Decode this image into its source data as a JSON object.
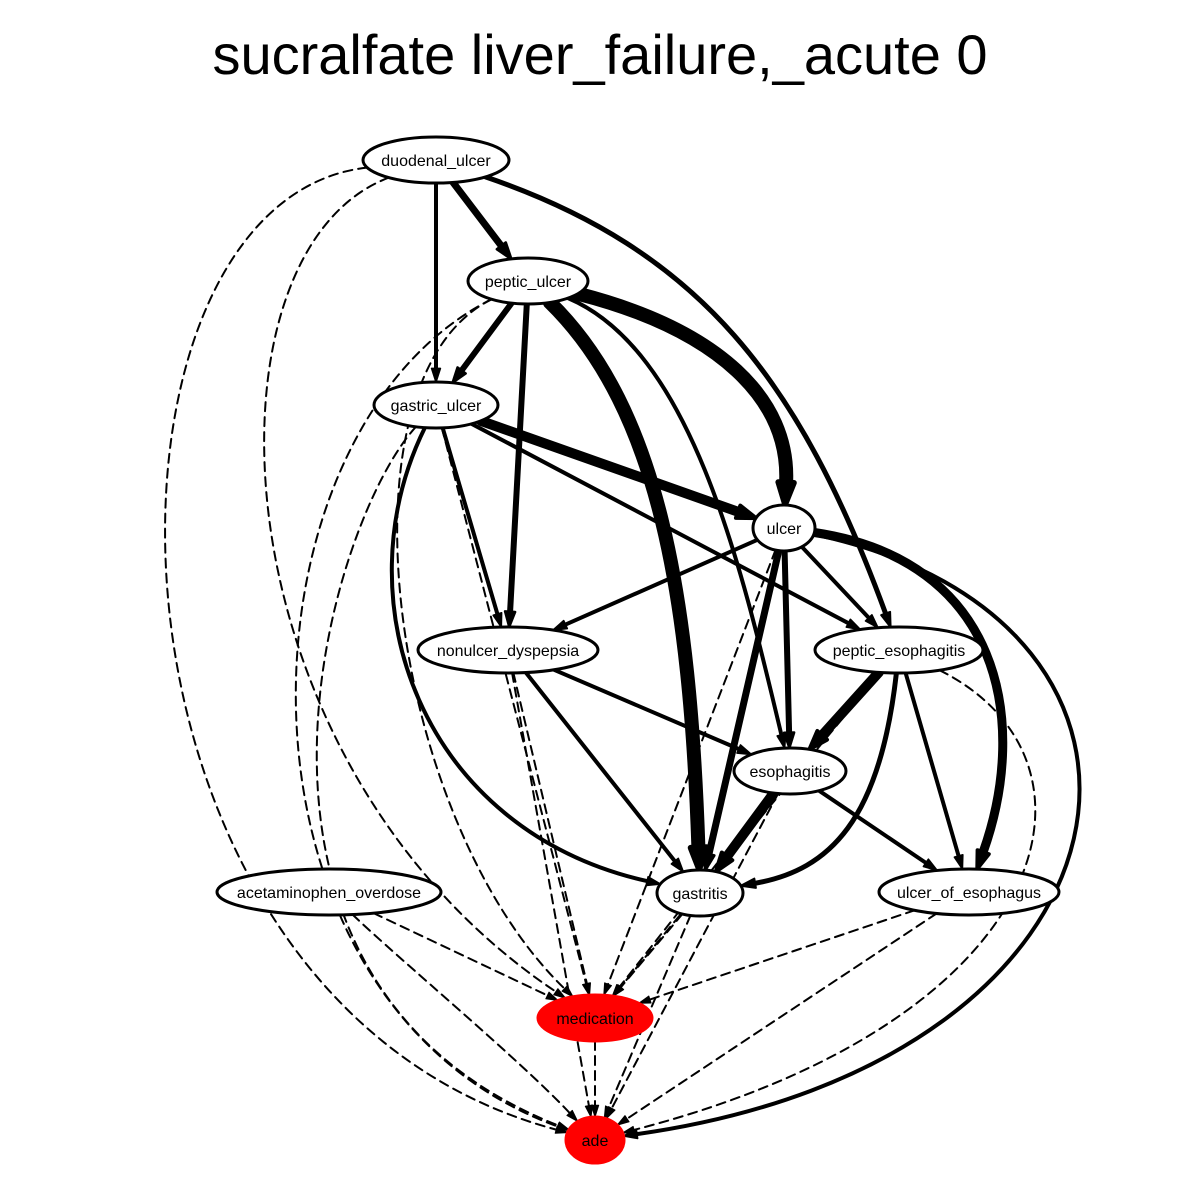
{
  "title": "sucralfate liver_failure,_acute 0",
  "nodes": [
    {
      "id": "duodenal_ulcer",
      "label": "duodenal_ulcer",
      "fill": "#ffffff"
    },
    {
      "id": "peptic_ulcer",
      "label": "peptic_ulcer",
      "fill": "#ffffff"
    },
    {
      "id": "gastric_ulcer",
      "label": "gastric_ulcer",
      "fill": "#ffffff"
    },
    {
      "id": "ulcer",
      "label": "ulcer",
      "fill": "#ffffff"
    },
    {
      "id": "nonulcer_dyspepsia",
      "label": "nonulcer_dyspepsia",
      "fill": "#ffffff"
    },
    {
      "id": "peptic_esophagitis",
      "label": "peptic_esophagitis",
      "fill": "#ffffff"
    },
    {
      "id": "esophagitis",
      "label": "esophagitis",
      "fill": "#ffffff"
    },
    {
      "id": "acetaminophen_overdose",
      "label": "acetaminophen_overdose",
      "fill": "#ffffff"
    },
    {
      "id": "gastritis",
      "label": "gastritis",
      "fill": "#ffffff"
    },
    {
      "id": "ulcer_of_esophagus",
      "label": "ulcer_of_esophagus",
      "fill": "#ffffff"
    },
    {
      "id": "medication",
      "label": "medication",
      "fill": "#ff0000"
    },
    {
      "id": "ade",
      "label": "ade",
      "fill": "#ff0000"
    }
  ],
  "edges": [
    {
      "from": "duodenal_ulcer",
      "to": "peptic_ulcer",
      "style": "solid",
      "weight": 7
    },
    {
      "from": "duodenal_ulcer",
      "to": "gastric_ulcer",
      "style": "solid",
      "weight": 4
    },
    {
      "from": "duodenal_ulcer",
      "to": "peptic_esophagitis",
      "style": "solid",
      "weight": 5
    },
    {
      "from": "duodenal_ulcer",
      "to": "medication",
      "style": "dashed",
      "weight": 2
    },
    {
      "from": "duodenal_ulcer",
      "to": "ade",
      "style": "dashed",
      "weight": 2
    },
    {
      "from": "peptic_ulcer",
      "to": "gastric_ulcer",
      "style": "solid",
      "weight": 6
    },
    {
      "from": "peptic_ulcer",
      "to": "ulcer",
      "style": "solid",
      "weight": 14
    },
    {
      "from": "peptic_ulcer",
      "to": "nonulcer_dyspepsia",
      "style": "solid",
      "weight": 6
    },
    {
      "from": "peptic_ulcer",
      "to": "gastritis",
      "style": "solid",
      "weight": 14
    },
    {
      "from": "peptic_ulcer",
      "to": "esophagitis",
      "style": "solid",
      "weight": 4
    },
    {
      "from": "peptic_ulcer",
      "to": "medication",
      "style": "dashed",
      "weight": 2
    },
    {
      "from": "peptic_ulcer",
      "to": "ade",
      "style": "dashed",
      "weight": 2
    },
    {
      "from": "gastric_ulcer",
      "to": "ulcer",
      "style": "solid",
      "weight": 10
    },
    {
      "from": "gastric_ulcer",
      "to": "nonulcer_dyspepsia",
      "style": "solid",
      "weight": 4
    },
    {
      "from": "gastric_ulcer",
      "to": "peptic_esophagitis",
      "style": "solid",
      "weight": 4
    },
    {
      "from": "gastric_ulcer",
      "to": "gastritis",
      "style": "solid",
      "weight": 4
    },
    {
      "from": "gastric_ulcer",
      "to": "medication",
      "style": "dashed",
      "weight": 2
    },
    {
      "from": "gastric_ulcer",
      "to": "ade",
      "style": "dashed",
      "weight": 2
    },
    {
      "from": "ulcer",
      "to": "nonulcer_dyspepsia",
      "style": "solid",
      "weight": 4
    },
    {
      "from": "ulcer",
      "to": "peptic_esophagitis",
      "style": "solid",
      "weight": 4
    },
    {
      "from": "ulcer",
      "to": "esophagitis",
      "style": "solid",
      "weight": 6
    },
    {
      "from": "ulcer",
      "to": "gastritis",
      "style": "solid",
      "weight": 7
    },
    {
      "from": "ulcer",
      "to": "ulcer_of_esophagus",
      "style": "solid",
      "weight": 9
    },
    {
      "from": "ulcer",
      "to": "medication",
      "style": "dashed",
      "weight": 2
    },
    {
      "from": "ulcer",
      "to": "ade",
      "style": "solid",
      "weight": 4
    },
    {
      "from": "nonulcer_dyspepsia",
      "to": "esophagitis",
      "style": "solid",
      "weight": 4
    },
    {
      "from": "nonulcer_dyspepsia",
      "to": "gastritis",
      "style": "solid",
      "weight": 4
    },
    {
      "from": "nonulcer_dyspepsia",
      "to": "medication",
      "style": "dashed",
      "weight": 2
    },
    {
      "from": "nonulcer_dyspepsia",
      "to": "ade",
      "style": "dashed",
      "weight": 2
    },
    {
      "from": "peptic_esophagitis",
      "to": "esophagitis",
      "style": "solid",
      "weight": 10
    },
    {
      "from": "peptic_esophagitis",
      "to": "gastritis",
      "style": "solid",
      "weight": 5
    },
    {
      "from": "peptic_esophagitis",
      "to": "ulcer_of_esophagus",
      "style": "solid",
      "weight": 4
    },
    {
      "from": "peptic_esophagitis",
      "to": "medication",
      "style": "dashed",
      "weight": 2
    },
    {
      "from": "peptic_esophagitis",
      "to": "ade",
      "style": "dashed",
      "weight": 2
    },
    {
      "from": "esophagitis",
      "to": "gastritis",
      "style": "solid",
      "weight": 10
    },
    {
      "from": "esophagitis",
      "to": "ulcer_of_esophagus",
      "style": "solid",
      "weight": 4
    },
    {
      "from": "esophagitis",
      "to": "medication",
      "style": "dashed",
      "weight": 2
    },
    {
      "from": "esophagitis",
      "to": "ade",
      "style": "dashed",
      "weight": 2
    },
    {
      "from": "acetaminophen_overdose",
      "to": "medication",
      "style": "dashed",
      "weight": 2
    },
    {
      "from": "acetaminophen_overdose",
      "to": "ade",
      "style": "dashed",
      "weight": 2
    },
    {
      "from": "gastritis",
      "to": "medication",
      "style": "dashed",
      "weight": 2
    },
    {
      "from": "gastritis",
      "to": "ade",
      "style": "dashed",
      "weight": 2
    },
    {
      "from": "ulcer_of_esophagus",
      "to": "medication",
      "style": "dashed",
      "weight": 2
    },
    {
      "from": "ulcer_of_esophagus",
      "to": "ade",
      "style": "dashed",
      "weight": 2
    },
    {
      "from": "medication",
      "to": "ade",
      "style": "dashed",
      "weight": 2
    }
  ]
}
